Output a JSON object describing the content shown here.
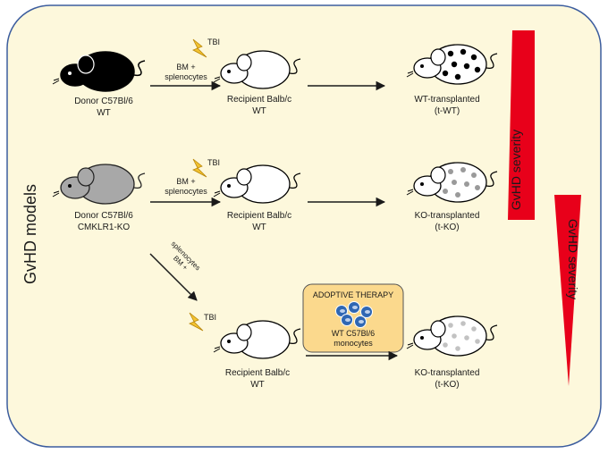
{
  "side_title": "GvHD models",
  "rows": [
    {
      "donor": {
        "line1": "Donor C57Bl/6",
        "line2": "WT",
        "fur": "#000000"
      },
      "tbi": "TBI",
      "transfer": {
        "line1": "BM +",
        "line2": "splenocytes"
      },
      "recipient": {
        "line1": "Recipient Balb/c",
        "line2": "WT"
      },
      "outcome": {
        "line1": "WT-transplanted",
        "line2": "(t-WT)",
        "spots": "#000000"
      }
    },
    {
      "donor": {
        "line1": "Donor C57Bl/6",
        "line2": "CMKLR1-KO",
        "fur": "#a8a8a8"
      },
      "tbi": "TBI",
      "transfer": {
        "line1": "BM +",
        "line2": "splenocytes"
      },
      "recipient": {
        "line1": "Recipient Balb/c",
        "line2": "WT"
      },
      "outcome": {
        "line1": "KO-transplanted",
        "line2": "(t-KO)",
        "spots": "#9a9a9a"
      }
    },
    {
      "tbi": "TBI",
      "transfer": {
        "line1": "BM +",
        "line2": "splenocytes"
      },
      "recipient": {
        "line1": "Recipient Balb/c",
        "line2": "WT"
      },
      "outcome": {
        "line1": "KO-transplanted",
        "line2": "(t-KO)",
        "spots": "#c2c2c2"
      }
    }
  ],
  "adoptive_therapy": {
    "title": "ADOPTIVE THERAPY",
    "line1": "WT C57Bl/6",
    "line2": "monocytes"
  },
  "severity_label_1": "GvHD severity",
  "severity_label_2": "GvHD severity",
  "colors": {
    "panel_fill": "#fdf8dc",
    "panel_border": "#3c5d9e",
    "severity_red": "#e8001a",
    "therapy_fill": "#fbd98d",
    "monocyte_blue": "#2f67b3",
    "lightning": "#f2c230"
  }
}
